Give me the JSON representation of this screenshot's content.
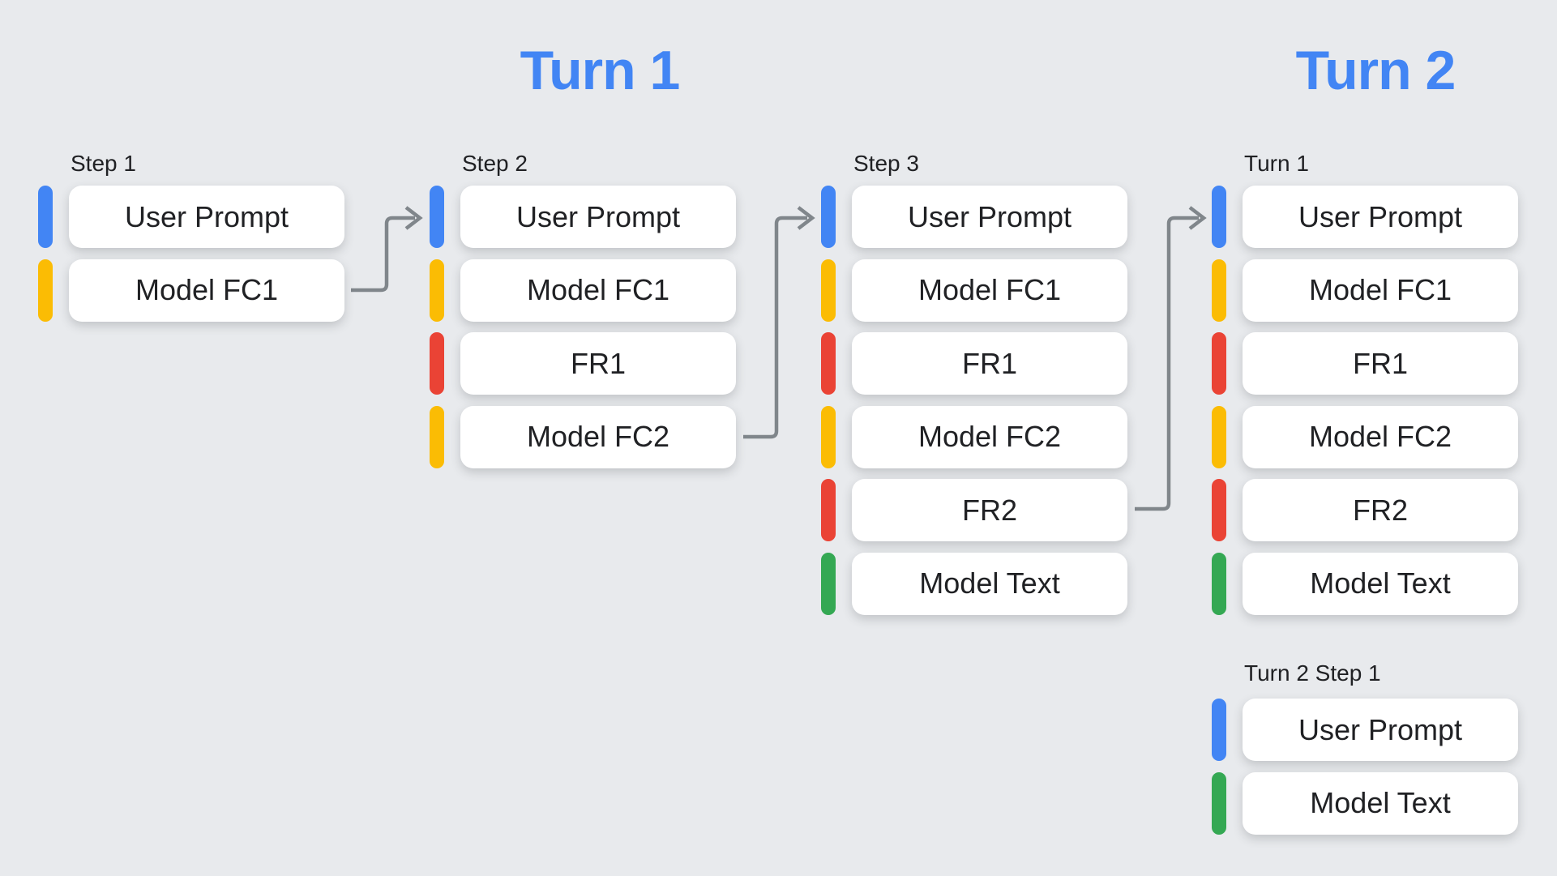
{
  "titles": {
    "left": "Turn 1",
    "right": "Turn 2"
  },
  "colors": {
    "background": "#E8EAED",
    "card": "#FFFFFF",
    "text": "#202124",
    "title": "#4285F4",
    "arrow": "#80868B",
    "blue": "#4285F4",
    "yellow": "#FBBC04",
    "red": "#EA4335",
    "green": "#34A853"
  },
  "columns": [
    {
      "label": "Step 1",
      "rows": [
        {
          "text": "User Prompt",
          "color": "blue"
        },
        {
          "text": "Model FC1",
          "color": "yellow"
        }
      ]
    },
    {
      "label": "Step 2",
      "rows": [
        {
          "text": "User Prompt",
          "color": "blue"
        },
        {
          "text": "Model FC1",
          "color": "yellow"
        },
        {
          "text": "FR1",
          "color": "red"
        },
        {
          "text": "Model FC2",
          "color": "yellow"
        }
      ]
    },
    {
      "label": "Step 3",
      "rows": [
        {
          "text": "User Prompt",
          "color": "blue"
        },
        {
          "text": "Model FC1",
          "color": "yellow"
        },
        {
          "text": "FR1",
          "color": "red"
        },
        {
          "text": "Model FC2",
          "color": "yellow"
        },
        {
          "text": "FR2",
          "color": "red"
        },
        {
          "text": "Model Text",
          "color": "green"
        }
      ]
    },
    {
      "label": "Turn 1",
      "rows": [
        {
          "text": "User Prompt",
          "color": "blue"
        },
        {
          "text": "Model FC1",
          "color": "yellow"
        },
        {
          "text": "FR1",
          "color": "red"
        },
        {
          "text": "Model FC2",
          "color": "yellow"
        },
        {
          "text": "FR2",
          "color": "red"
        },
        {
          "text": "Model Text",
          "color": "green"
        }
      ]
    },
    {
      "label": "Turn 2 Step 1",
      "rows": [
        {
          "text": "User Prompt",
          "color": "blue"
        },
        {
          "text": "Model Text",
          "color": "green"
        }
      ]
    }
  ],
  "arrows": [
    {
      "from": "Step 1 / Model FC1",
      "to": "Step 2 / User Prompt"
    },
    {
      "from": "Step 2 / Model FC2",
      "to": "Step 3 / User Prompt"
    },
    {
      "from": "Step 3 / FR2",
      "to": "Turn 1 / User Prompt"
    }
  ]
}
